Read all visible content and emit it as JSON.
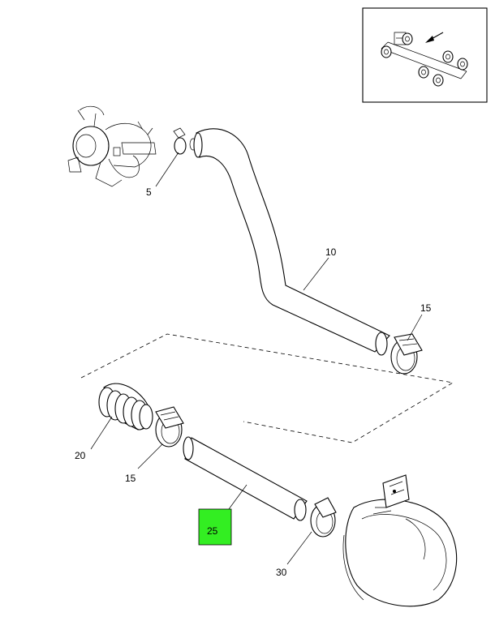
{
  "callouts": [
    {
      "id": "c5",
      "label": "5"
    },
    {
      "id": "c10",
      "label": "10"
    },
    {
      "id": "c15a",
      "label": "15"
    },
    {
      "id": "c15b",
      "label": "15"
    },
    {
      "id": "c20",
      "label": "20"
    },
    {
      "id": "c25",
      "label": "25",
      "highlighted": true
    },
    {
      "id": "c30",
      "label": "30"
    }
  ],
  "colors": {
    "highlight": "#33ee22",
    "line": "#000000",
    "background": "#ffffff"
  }
}
